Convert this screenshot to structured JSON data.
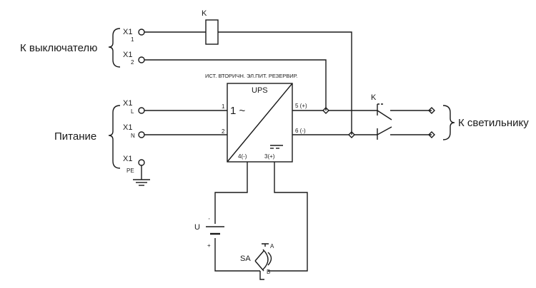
{
  "diagram": {
    "group_labels": {
      "switch": "К выключателю",
      "power": "Питание",
      "lamp": "К светильнику"
    },
    "terminals": [
      {
        "name": "X1",
        "sub": "1"
      },
      {
        "name": "X1",
        "sub": "2"
      },
      {
        "name": "X1",
        "sub": "L"
      },
      {
        "name": "X1",
        "sub": "N"
      },
      {
        "name": "X1",
        "sub": "PE"
      }
    ],
    "relay": {
      "label": "K",
      "contact_label": "K"
    },
    "ups": {
      "caption": "ИСТ. ВТОРИЧН. ЭЛ.ПИТ. РЕЗЕРВИР.",
      "name": "UPS",
      "ac_symbol": "1 ~",
      "pins": {
        "p1": "1",
        "p2": "2",
        "p3": "3(+)",
        "p4": "4(-)",
        "p5": "5 (+)",
        "p6": "6 (-)"
      }
    },
    "battery": {
      "label": "U",
      "minus": "'",
      "plus": "+"
    },
    "switch_sa": {
      "label": "SA",
      "a": "A",
      "b": "B"
    }
  },
  "colors": {
    "ink": "#1a1a1a",
    "background": "#ffffff"
  }
}
